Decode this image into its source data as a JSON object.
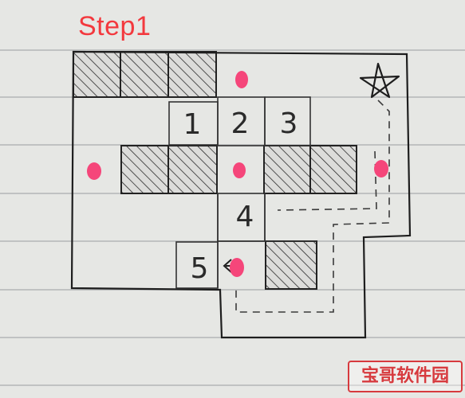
{
  "step_label": "Step1",
  "cell_numbers": [
    {
      "label": "1"
    },
    {
      "label": "2"
    },
    {
      "label": "3"
    },
    {
      "label": "4"
    },
    {
      "label": "5"
    }
  ],
  "watermark_text": "宝哥软件园",
  "colors": {
    "paper": "#e6e7e4",
    "ruled_line": "#a9abad",
    "ink": "#222222",
    "pink_dot": "#f5467a",
    "title_red": "#f3393e",
    "watermark_red": "#d73a3e"
  },
  "icons": [
    "star-icon",
    "arrow-left-icon",
    "pink-dot-icon"
  ]
}
